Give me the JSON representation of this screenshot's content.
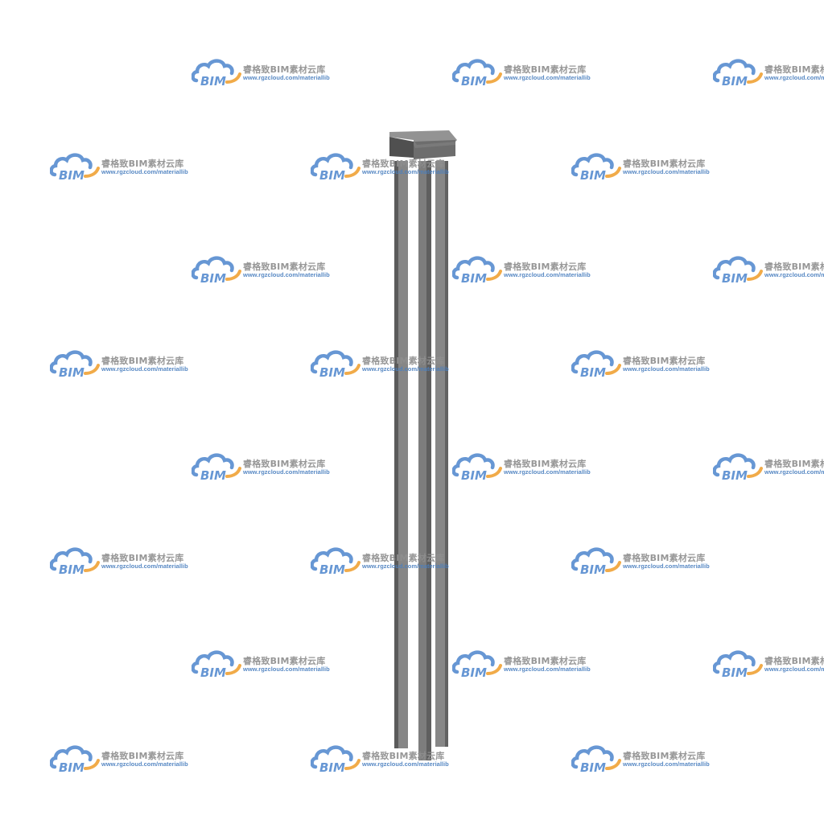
{
  "watermark": {
    "logo_text": "BIM",
    "title": "睿格致BIM素材云库",
    "url": "www.rgzcloud.com/materiallib",
    "colors": {
      "cloud": "#5b8fd1",
      "accent": "#f0a43a",
      "title": "#8f8f8f",
      "url": "#4a7fbf"
    }
  },
  "model": {
    "description_icon": "pile-cap-with-three-piles",
    "colors": {
      "cap_top": "#8e8e8e",
      "cap_front": "#555555",
      "cap_side": "#6e6e6e",
      "pile_light": "#8a8a8a",
      "pile_dark": "#5e5e5e"
    }
  }
}
